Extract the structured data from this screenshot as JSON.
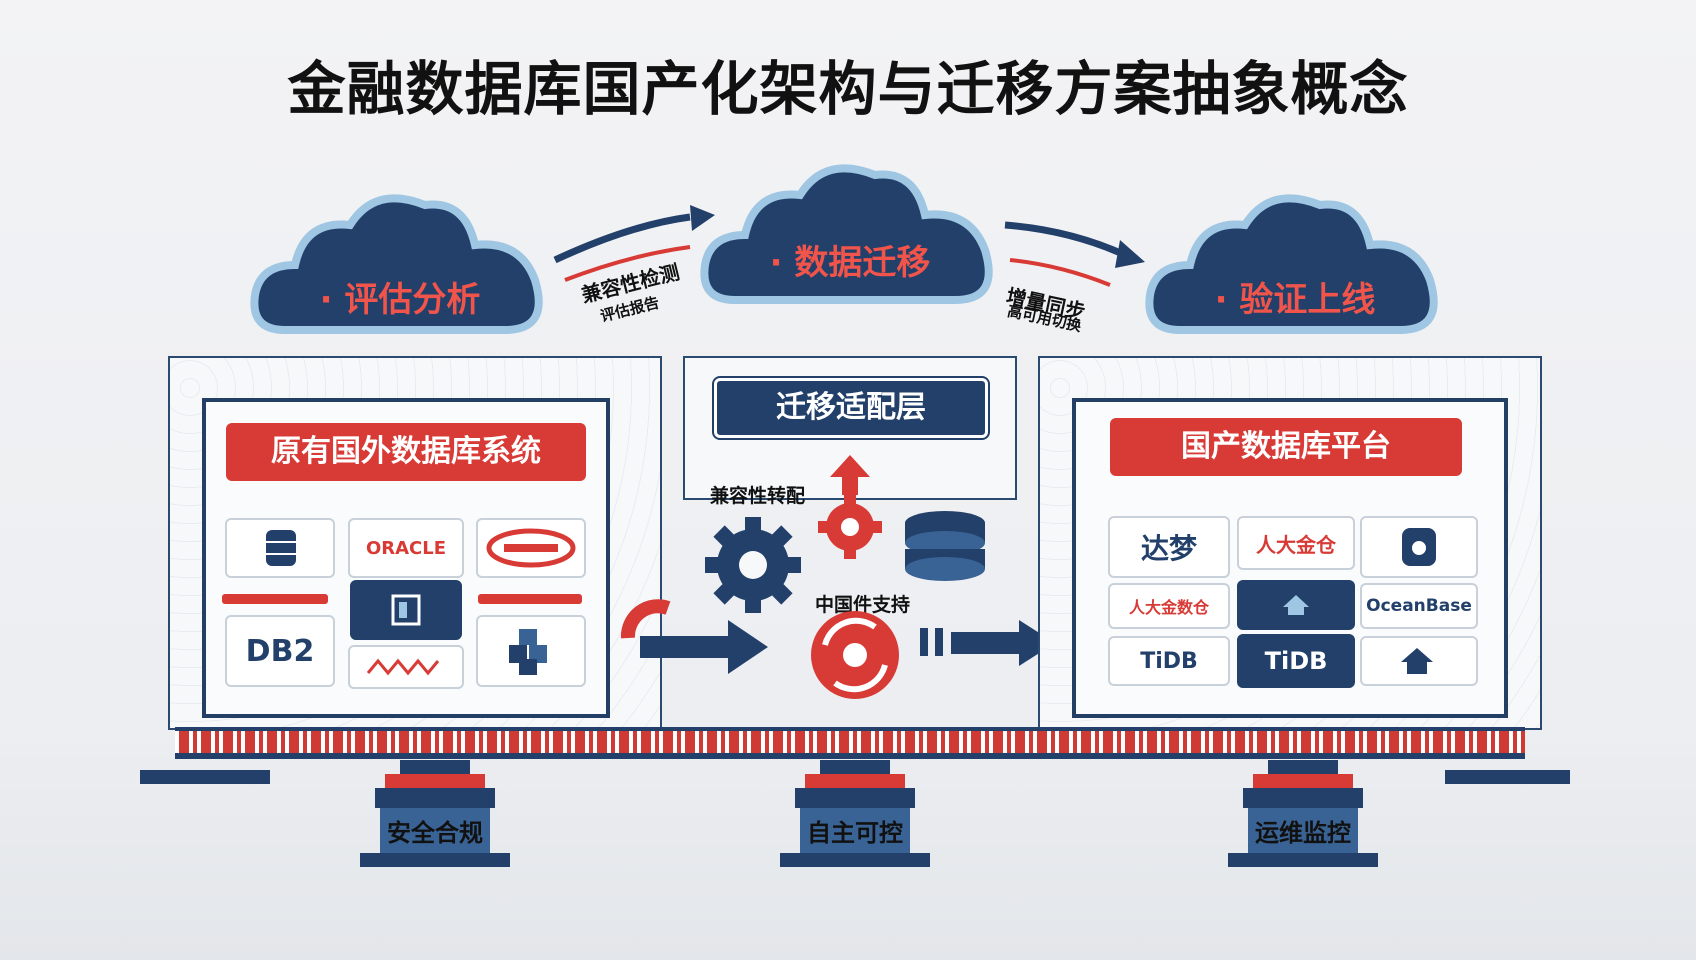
{
  "title": "金融数据库国产化架构与迁移方案抽象概念",
  "clouds": [
    {
      "label": "· 评估分析"
    },
    {
      "label": "· 数据迁移"
    },
    {
      "label": "· 验证上线"
    }
  ],
  "arrows": {
    "left": {
      "line1": "兼容性检测",
      "line2": "评估报告"
    },
    "right": {
      "line1": "增量同步",
      "line2": "高可用切换"
    }
  },
  "left_panel": {
    "header": "原有国外数据库系统",
    "tiles": [
      "",
      "ORACLE",
      "",
      "DB2",
      "",
      "",
      ""
    ]
  },
  "middle": {
    "header": "迁移适配层",
    "label_top": "兼容性转配",
    "label_mid": "中国件支持"
  },
  "right_panel": {
    "header": "国产数据库平台",
    "tiles": [
      "达梦",
      "人大金仓",
      "",
      "人大金数仓",
      "",
      "OceanBase",
      "TiDB",
      "TiDB",
      ""
    ]
  },
  "pedestals": [
    "安全合规",
    "自主可控",
    "运维监控"
  ],
  "colors": {
    "navy": "#22406a",
    "red": "#d83a36",
    "cloud_text": "#f0544a"
  }
}
